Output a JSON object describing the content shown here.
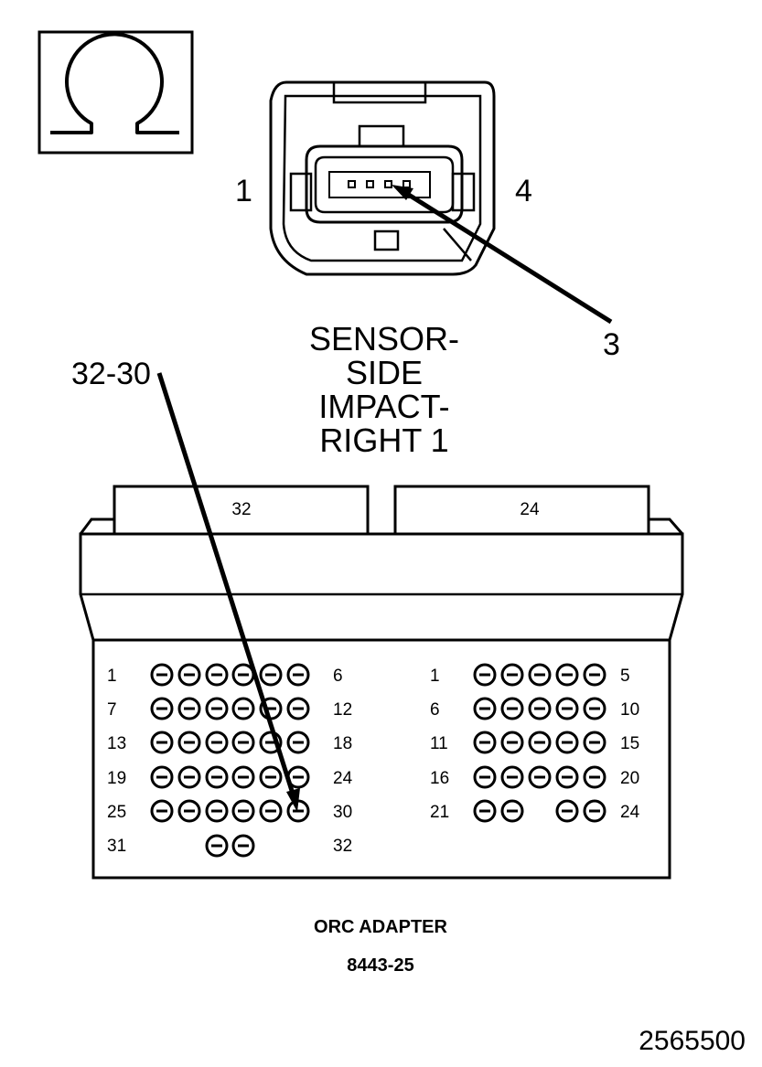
{
  "ohm_symbol": "ohm-icon",
  "sensor_connector": {
    "pin_left_label": "1",
    "pin_right_label": "4",
    "callout_label": "3",
    "title_lines": [
      "SENSOR-",
      "SIDE",
      "IMPACT-",
      "RIGHT 1"
    ]
  },
  "callout_left": "32-30",
  "adapter": {
    "tab_left_label": "32",
    "tab_right_label": "24",
    "left_block": {
      "rows": [
        {
          "start": "1",
          "end": "6"
        },
        {
          "start": "7",
          "end": "12"
        },
        {
          "start": "13",
          "end": "18"
        },
        {
          "start": "19",
          "end": "24"
        },
        {
          "start": "25",
          "end": "30"
        },
        {
          "start": "31",
          "end": "32"
        }
      ]
    },
    "right_block": {
      "rows": [
        {
          "start": "1",
          "end": "5"
        },
        {
          "start": "6",
          "end": "10"
        },
        {
          "start": "11",
          "end": "15"
        },
        {
          "start": "16",
          "end": "20"
        },
        {
          "start": "21",
          "end": "24"
        }
      ]
    },
    "name": "ORC ADAPTER",
    "part_number": "8443-25"
  },
  "figure_id": "2565500"
}
